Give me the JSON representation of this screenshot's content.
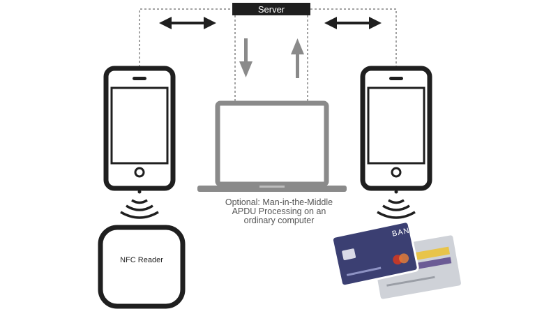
{
  "diagram": {
    "server_label": "Server",
    "laptop_caption": [
      "Optional: Man-in-the-Middle",
      "APDU Processing on an",
      "ordinary computer"
    ],
    "nfc_reader_label": "NFC Reader",
    "card_label": "BANK"
  },
  "colors": {
    "dark": "#1f1f1f",
    "laptop_gray": "#8a8a8a",
    "card_navy": "#3b3f72",
    "card_silver": "#cfd2d8",
    "card_yellow": "#e8c44a",
    "card_purple": "#6b5b95",
    "chip_orange": "#e07b39",
    "chip_red": "#c0392b"
  },
  "icons": [
    "smartphone-icon",
    "laptop-icon",
    "nfc-waves-icon",
    "nfc-reader-icon",
    "bank-card-icon",
    "double-arrow-icon",
    "arrow-down-icon",
    "arrow-up-icon"
  ]
}
